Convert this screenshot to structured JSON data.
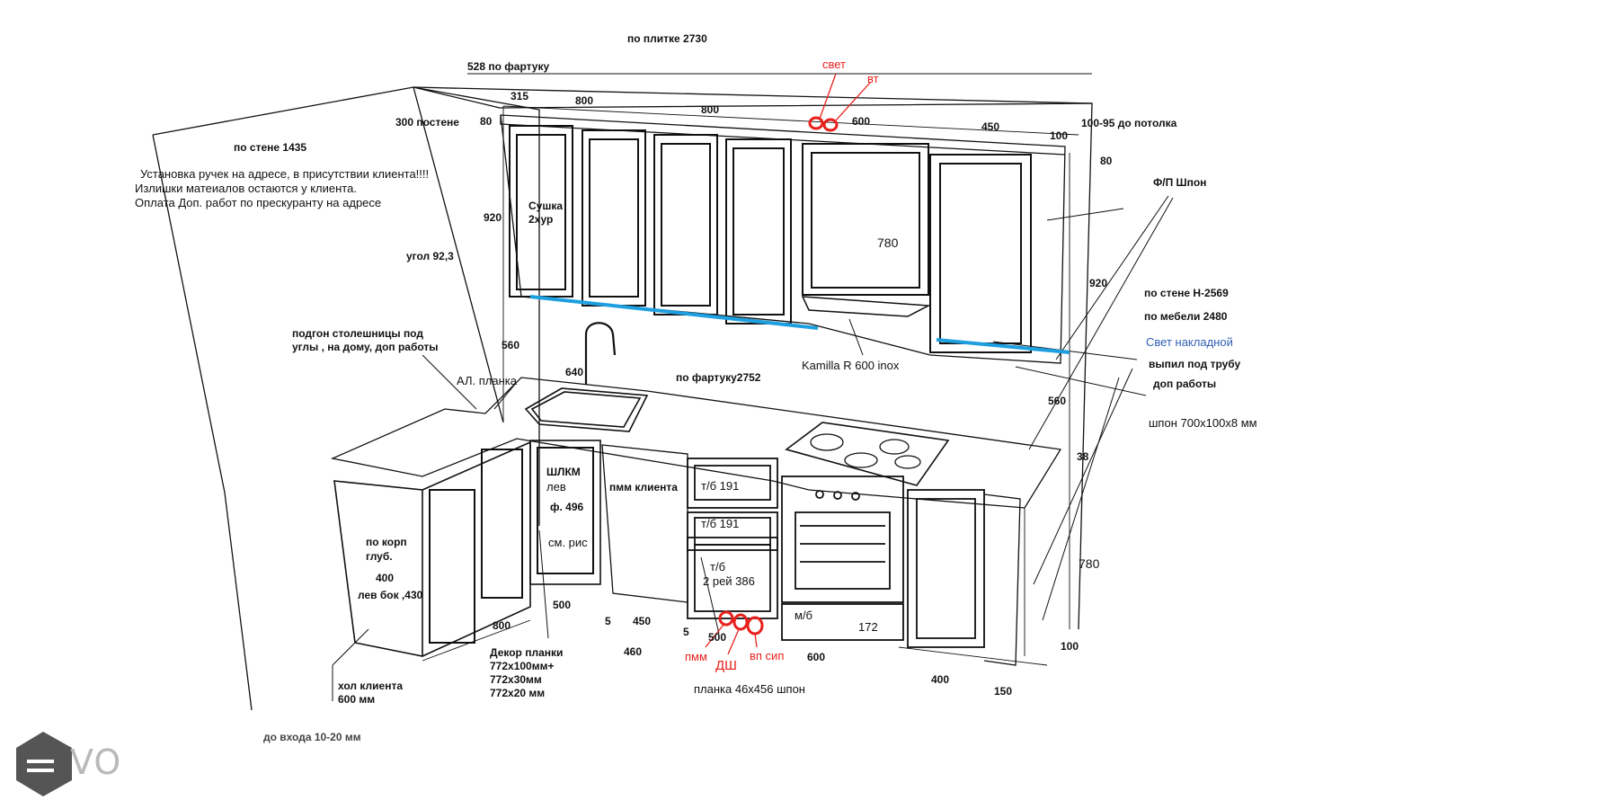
{
  "dims": {
    "tile": "по плитке 2730",
    "apron528": "528 по фартуку",
    "d315": "315",
    "d800a": "800",
    "d800b": "800",
    "d600top": "600",
    "d450top": "450",
    "d100top": "100",
    "ceiling": "100-95 до потолка",
    "d80left": "80",
    "d80right": "80",
    "wall300": "300 постене",
    "wall1435": "по стене 1435",
    "d920left": "920",
    "d780": "780",
    "d920right": "920",
    "wallH": "по стене Н-2569",
    "furniture": "по мебели 2480",
    "angle": "угол 92,3",
    "d560left": "560",
    "d640": "640",
    "apron2752": "по фартуку2752",
    "d560right": "560",
    "d38": "38",
    "d780right": "780",
    "d100right": "100",
    "d150": "150",
    "d400bottom": "400",
    "d600bottom": "600",
    "d500a": "500",
    "d5a": "5",
    "d450": "450",
    "d5b": "5",
    "d500b": "500",
    "d460": "460",
    "d800bottom": "800"
  },
  "labels": {
    "svet": "свет",
    "vt": "вт",
    "fp": "Ф/П Шпон",
    "svetNakl": "Свет накладной",
    "vypil1": "выпил под трубу",
    "vypil2": "доп работы",
    "shpon": "шпон 700х100х8 мм",
    "hood": "Kamilla R 600 inox",
    "sushka1": "Сушка",
    "sushka2": "2хур",
    "podgon1": "подгон столешницы под",
    "podgon2": "углы , на дому, доп работы",
    "alPlanka": "АЛ. планка",
    "shlkm": "ШЛКМ",
    "lev": "лев",
    "f496": "ф. 496",
    "smRis": "см. рис",
    "pmm": "пмм клиента",
    "tb191a": "т/б  191",
    "tb191b": "т/б  191",
    "tb": "т/б",
    "rey386": "2 рей 386",
    "mb": "м/б",
    "d172": "172",
    "poKorp": "по корп",
    "glub": "глуб.",
    "d400": "400",
    "levBok": "лев бок ,430",
    "dekor1": "Декор планки",
    "dekor2": "772х100мм+",
    "dekor3": "772х30мм",
    "dekor4": "772х20 мм",
    "pmmRed": "пмм",
    "dsh": "ДШ",
    "vpSip": "вп сип",
    "planka": "планка 46х456 шпон",
    "hol1": "хол клиента",
    "hol2": "600 мм",
    "vhod": "до входа 10-20 мм"
  },
  "notes": {
    "line1": "Установка ручек на адресе, в присутствии клиента!!!!",
    "line2": "Излишки матеиалов остаются у клиента.",
    "line3": "Оплата Доп. работ по прескуранту на адресе"
  },
  "logo": {
    "text": "VO",
    "color": "#b9b9b9"
  },
  "colors": {
    "marker_red": "#e8201c",
    "led_blue": "#1e9fe0",
    "label_blue": "#2f5fb3"
  }
}
